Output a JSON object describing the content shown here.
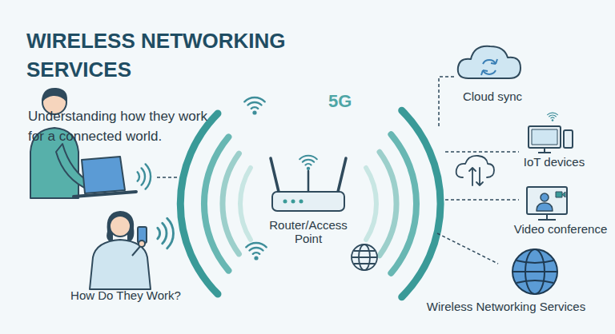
{
  "diagram": {
    "title": "WIRELESS NETWORKING SERVICES",
    "nodes": [
      {
        "text": [
          "How Do They Work?"
        ]
      },
      {
        "text": [
          "Router/Access Point"
        ]
      },
      {
        "text": [
          "Cloud sync"
        ]
      },
      {
        "text": [
          "IoT devices"
        ]
      },
      {
        "text": [
          "Video conference"
        ]
      },
      {
        "text": [
          "Wireless Networking Services"
        ]
      }
    ],
    "labels": [
      "Understanding how they work for a connected world.",
      "5G"
    ]
  }
}
